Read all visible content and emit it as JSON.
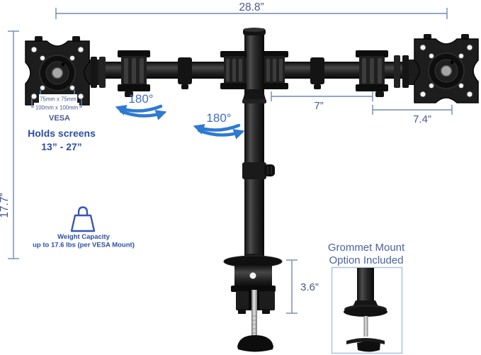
{
  "diagram": {
    "type": "product-dimension-diagram",
    "product": "Dual monitor articulating desk mount stand",
    "dimensions": {
      "total_width": "28.8”",
      "total_height": "17.7”",
      "arm_length_inner": "7”",
      "arm_length_outer": "7.4”",
      "clamp_height": "3.6”"
    },
    "rotation_labels": {
      "arm": "180°",
      "pole": "180°"
    },
    "vesa": {
      "pattern_small": "75mm x 75mm",
      "pattern_large": "100mm x 100mm",
      "label": "VESA"
    },
    "screens": {
      "line1": "Holds screens",
      "line2": "13” - 27”"
    },
    "weight": {
      "line1": "Weight Capacity",
      "line2": "up to 17.6 lbs (per VESA Mount)"
    },
    "grommet": {
      "line1": "Grommet Mount",
      "line2": "Option Included"
    },
    "colors": {
      "dimension_line": "#7288b4",
      "dimension_text": "#47578f",
      "highlight_text": "#2b4da5",
      "rotation_text": "#3f6dc5",
      "rotation_arrow": "#2e7ad2",
      "grommet_text": "#4a63a0",
      "inset_border": "#a9c3e8",
      "product_black": "#1a1a1a"
    }
  }
}
